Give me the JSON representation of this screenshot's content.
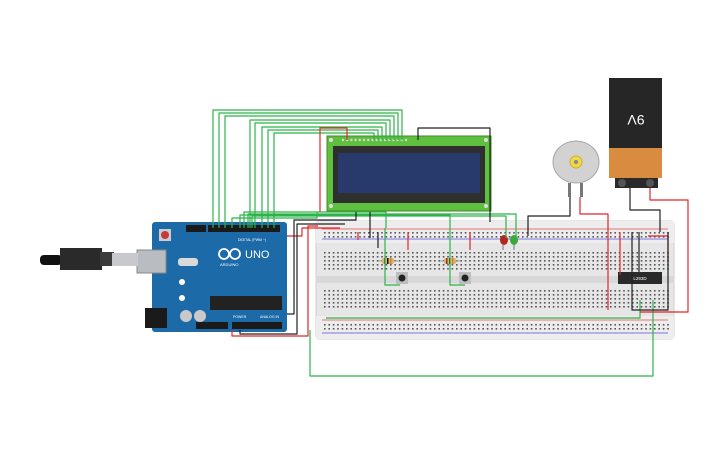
{
  "arduino": {
    "brand": "ARDUINO",
    "model": "UNO",
    "power_label": "POWER",
    "analog_label": "ANALOG IN",
    "digital_label": "DIGITAL (PWM ~)",
    "logo_name": "arduino-logo"
  },
  "battery": {
    "label": "9V"
  },
  "driver_chip": {
    "label": "L293D"
  },
  "colors": {
    "wire_green": "#2db34a",
    "wire_red": "#e0252b",
    "wire_black": "#222222",
    "board_blue": "#1d6aa8",
    "breadboard": "#e8e8e8",
    "lcd_green": "#5fbf3f",
    "lcd_screen": "#283a6b",
    "battery_black": "#262626",
    "battery_orange": "#d98c3f"
  }
}
